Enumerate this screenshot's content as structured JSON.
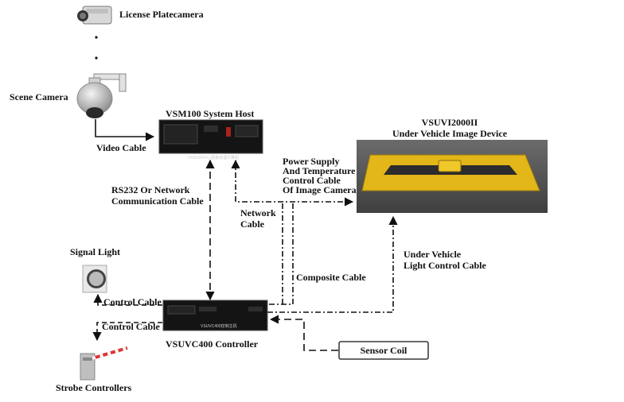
{
  "labels": {
    "license_plate_camera": "License Platecamera",
    "scene_camera": "Scene Camera",
    "video_cable": "Video Cable",
    "host_title": "VSM100 System Host",
    "host_caption": "VSM100中心图像处理计算机",
    "device_title_1": "VSUVI2000II",
    "device_title_2": "Under Vehicle Image Device",
    "power_1": "Power Supply",
    "power_2": "And Temperature",
    "power_3": "Control Cable",
    "power_4": "Of Image Camera",
    "rs232_1": "RS232 Or Network",
    "rs232_2": "Communication Cable",
    "network_1": "Network",
    "network_2": "Cable",
    "under_light_1": "Under Vehicle",
    "under_light_2": "Light Control Cable",
    "signal_light": "Signal Light",
    "composite_cable": "Composite Cable",
    "control_cable_1": "Control Cable",
    "control_cable_2": "Control Cable",
    "controller_title": "VSUVC400 Controller",
    "controller_caption": "VSUVC400控制主机",
    "sensor_coil": "Sensor Coil",
    "strobe_controllers": "Strobe Controllers"
  },
  "colors": {
    "line": "#111111",
    "device_plate": "#e3b619",
    "road": "#5a5a5a",
    "equipment": "#141414"
  }
}
